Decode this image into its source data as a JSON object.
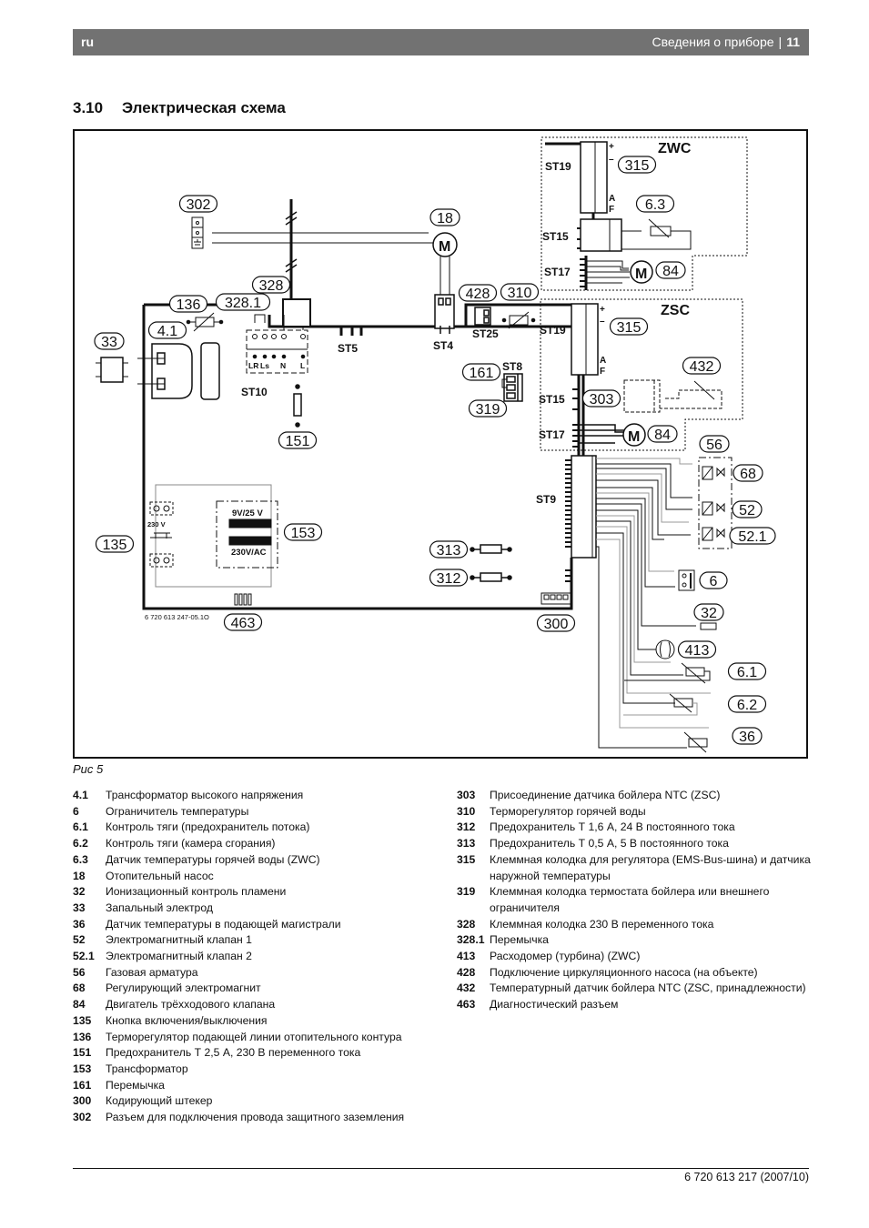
{
  "header": {
    "lang": "ru",
    "section": "Сведения о приборе",
    "separator": "|",
    "page": "11"
  },
  "section_title": {
    "number": "3.10",
    "text": "Электрическая схема"
  },
  "diagram": {
    "callouts": [
      "302",
      "18",
      "328",
      "136",
      "328.1",
      "4.1",
      "33",
      "151",
      "153",
      "135",
      "463",
      "428",
      "310",
      "161",
      "319",
      "313",
      "312",
      "300",
      "315",
      "6.3",
      "84",
      "315",
      "432",
      "303",
      "84",
      "56",
      "68",
      "52",
      "52.1",
      "6",
      "32",
      "413",
      "6.1",
      "6.2",
      "36"
    ],
    "connectors": {
      "st19a": "ST19",
      "st15a": "ST15",
      "st17a": "ST17",
      "st19b": "ST19",
      "st15b": "ST15",
      "st17b": "ST17",
      "st10": "ST10",
      "st5": "ST5",
      "st4": "ST4",
      "st25": "ST25",
      "st8": "ST8",
      "st9": "ST9"
    },
    "boxes": {
      "zwc": "ZWC",
      "zsc": "ZSC"
    },
    "terminal_marks": {
      "plus": "+",
      "minus": "–",
      "a": "A",
      "f": "F"
    },
    "st10_terminals": [
      "LR",
      "Ls",
      "N",
      "L"
    ],
    "motor_symbol": "M",
    "transformer": {
      "secondary": "9V/25 V",
      "primary": "230V/AC"
    },
    "switch_voltage": "230 V",
    "drawing_code": "6 720 613 247-05.1O"
  },
  "figure_caption": "Рис 5",
  "legend_left": [
    {
      "num": "4.1",
      "text": "Трансформатор высокого напряжения"
    },
    {
      "num": "6",
      "text": "Ограничитель температуры"
    },
    {
      "num": "6.1",
      "text": "Контроль тяги (предохранитель потока)"
    },
    {
      "num": "6.2",
      "text": "Контроль тяги (камера сгорания)"
    },
    {
      "num": "6.3",
      "text": "Датчик температуры горячей воды (ZWC)"
    },
    {
      "num": "18",
      "text": "Отопительный насос"
    },
    {
      "num": "32",
      "text": "Ионизационный контроль пламени"
    },
    {
      "num": "33",
      "text": "Запальный электрод"
    },
    {
      "num": "36",
      "text": "Датчик температуры в подающей магистрали"
    },
    {
      "num": "52",
      "text": "Электромагнитный клапан 1"
    },
    {
      "num": "52.1",
      "text": "Электромагнитный клапан 2"
    },
    {
      "num": "56",
      "text": "Газовая арматура"
    },
    {
      "num": "68",
      "text": "Регулирующий электромагнит"
    },
    {
      "num": "84",
      "text": "Двигатель трёхходового клапана"
    },
    {
      "num": "135",
      "text": "Кнопка включения/выключения"
    },
    {
      "num": "136",
      "text": "Терморегулятор подающей линии отопительного контура"
    },
    {
      "num": "151",
      "text": "Предохранитель Т 2,5 А, 230 В переменного тока"
    },
    {
      "num": "153",
      "text": "Трансформатор"
    },
    {
      "num": "161",
      "text": "Перемычка"
    },
    {
      "num": "300",
      "text": "Кодирующий штекер"
    },
    {
      "num": "302",
      "text": "Разъем для подключения провода защитного заземления"
    }
  ],
  "legend_right": [
    {
      "num": "303",
      "text": "Присоединение датчика бойлера NTC (ZSC)"
    },
    {
      "num": "310",
      "text": "Терморегулятор горячей воды"
    },
    {
      "num": "312",
      "text": "Предохранитель Т 1,6 А, 24 В постоянного тока"
    },
    {
      "num": "313",
      "text": "Предохранитель Т 0,5 А, 5 В постоянного тока"
    },
    {
      "num": "315",
      "text": "Клеммная колодка для регулятора (EMS-Bus-шина) и датчика наружной температуры"
    },
    {
      "num": "319",
      "text": "Клеммная колодка термостата бойлера или внешнего ограничителя"
    },
    {
      "num": "328",
      "text": "Клеммная колодка 230 В переменного тока"
    },
    {
      "num": "328.1",
      "text": "Перемычка"
    },
    {
      "num": "413",
      "text": "Расходомер (турбина) (ZWC)"
    },
    {
      "num": "428",
      "text": "Подключение циркуляционного насоса (на объекте)"
    },
    {
      "num": "432",
      "text": "Температурный датчик бойлера NTC (ZSC, принадлежности)"
    },
    {
      "num": "463",
      "text": "Диагностический разъем"
    }
  ],
  "footer": {
    "doc_code": "6 720 613 217 (2007/10)"
  }
}
